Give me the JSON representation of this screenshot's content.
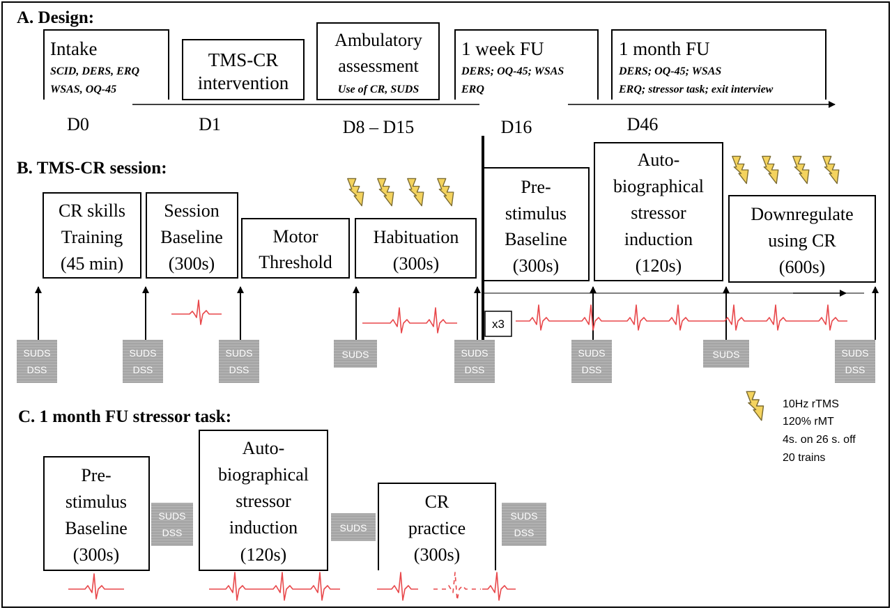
{
  "sections": {
    "design": "A. Design:",
    "session": "B. TMS-CR session:",
    "fu_task": "C. 1 month FU stressor task:"
  },
  "design": {
    "intake": {
      "title": "Intake",
      "sub1": "SCID, DERS, ERQ",
      "sub2": "WSAS, OQ-45"
    },
    "tmscr": {
      "line1": "TMS-CR",
      "line2": "intervention"
    },
    "ambulatory": {
      "line1": "Ambulatory",
      "line2": "assessment",
      "sub": "Use of CR, SUDS"
    },
    "week": {
      "title": "1 week FU",
      "sub1": "DERS; OQ-45; WSAS",
      "sub2": "ERQ"
    },
    "month": {
      "title": "1 month FU",
      "sub1": "DERS; OQ-45; WSAS",
      "sub2": "ERQ; stressor task; exit interview"
    },
    "days": [
      "D0",
      "D1",
      "D8 – D15",
      "D16",
      "D46"
    ]
  },
  "session": {
    "cr_training": [
      "CR skills",
      "Training",
      "(45 min)"
    ],
    "baseline": [
      "Session",
      "Baseline",
      "(300s)"
    ],
    "motor": [
      "Motor",
      "Threshold"
    ],
    "habituation": [
      "Habituation",
      "(300s)"
    ],
    "prestim": [
      "Pre-",
      "stimulus",
      "Baseline",
      "(300s)"
    ],
    "stressor": [
      "Auto-",
      "biographical",
      "stressor",
      "induction",
      "(120s)"
    ],
    "downregulate": [
      "Downregulate",
      "using CR",
      "(600s)"
    ],
    "repeat": "x3",
    "suds": "SUDS",
    "dss": "DSS"
  },
  "legend": {
    "lines": [
      "10Hz rTMS",
      "120% rMT",
      "4s. on 26 s. off",
      "20 trains"
    ]
  },
  "fu_task": {
    "prestim": [
      "Pre-",
      "stimulus",
      "Baseline",
      "(300s)"
    ],
    "stressor": [
      "Auto-",
      "biographical",
      "stressor",
      "induction",
      "(120s)"
    ],
    "practice": [
      "CR",
      "practice",
      "(300s)"
    ]
  },
  "colors": {
    "suds_box": "#a6a6a6",
    "ecg": "#e8474a",
    "bolt_fill": "#f4d35e",
    "bolt_stroke": "#7a6a30"
  }
}
